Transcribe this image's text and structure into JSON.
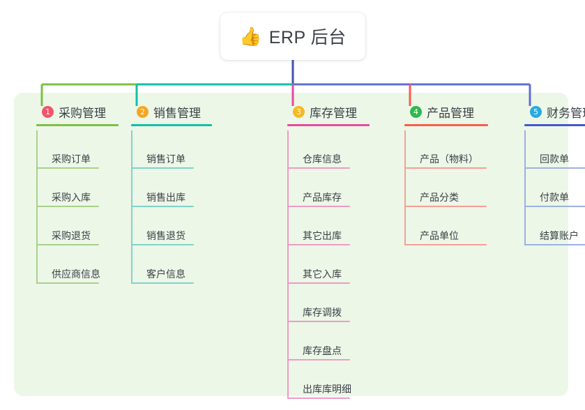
{
  "root": {
    "emoji": "👍",
    "emoji_name": "thumbs-up-icon",
    "title": "ERP 后台"
  },
  "palette": {
    "panel_bg": "#ecf7e8",
    "page_bg": "#ffffff",
    "text": "#3b3f45",
    "root_stem": "#3f51b5",
    "bus_left": "#7cbf45",
    "bus_mid": "#12bfa6",
    "bus_right": "#5f6fd0"
  },
  "columns": [
    {
      "index": "1",
      "title": "采购管理",
      "badge_color": "#f2556a",
      "rule_color": "#7cbf45",
      "leaf_color": "#a9d08a",
      "drop_color": "#7cbf45",
      "header_rule_width": 118,
      "leaf_rule_width": 90,
      "items": [
        "采购订单",
        "采购入库",
        "采购退货",
        "供应商信息"
      ]
    },
    {
      "index": "2",
      "title": "销售管理",
      "badge_color": "#f5a623",
      "rule_color": "#12bfa6",
      "leaf_color": "#7fd4c8",
      "drop_color": "#12bfa6",
      "header_rule_width": 116,
      "leaf_rule_width": 90,
      "items": [
        "销售订单",
        "销售出库",
        "销售退货",
        "客户信息"
      ]
    },
    {
      "index": "3",
      "title": "库存管理",
      "badge_color": "#f5b921",
      "rule_color": "#e8499e",
      "leaf_color": "#ee9bc4",
      "drop_color": "#e8499e",
      "header_rule_width": 118,
      "leaf_rule_width": 90,
      "items": [
        "仓库信息",
        "产品库存",
        "其它出库",
        "其它入库",
        "库存调拨",
        "库存盘点",
        "出库库明细"
      ]
    },
    {
      "index": "4",
      "title": "产品管理",
      "badge_color": "#2fb84e",
      "rule_color": "#f85d4b",
      "leaf_color": "#f4a096",
      "drop_color": "#f85d4b",
      "header_rule_width": 120,
      "leaf_rule_width": 118,
      "items": [
        "产品（物料）",
        "产品分类",
        "产品单位"
      ]
    },
    {
      "index": "5",
      "title": "财务管理",
      "badge_color": "#29a9e1",
      "rule_color": "#4559c9",
      "leaf_color": "#9db1e0",
      "drop_color": "#5f6fd0",
      "header_rule_width": 118,
      "leaf_rule_width": 90,
      "items": [
        "回款单",
        "付款单",
        "结算账户"
      ]
    }
  ]
}
